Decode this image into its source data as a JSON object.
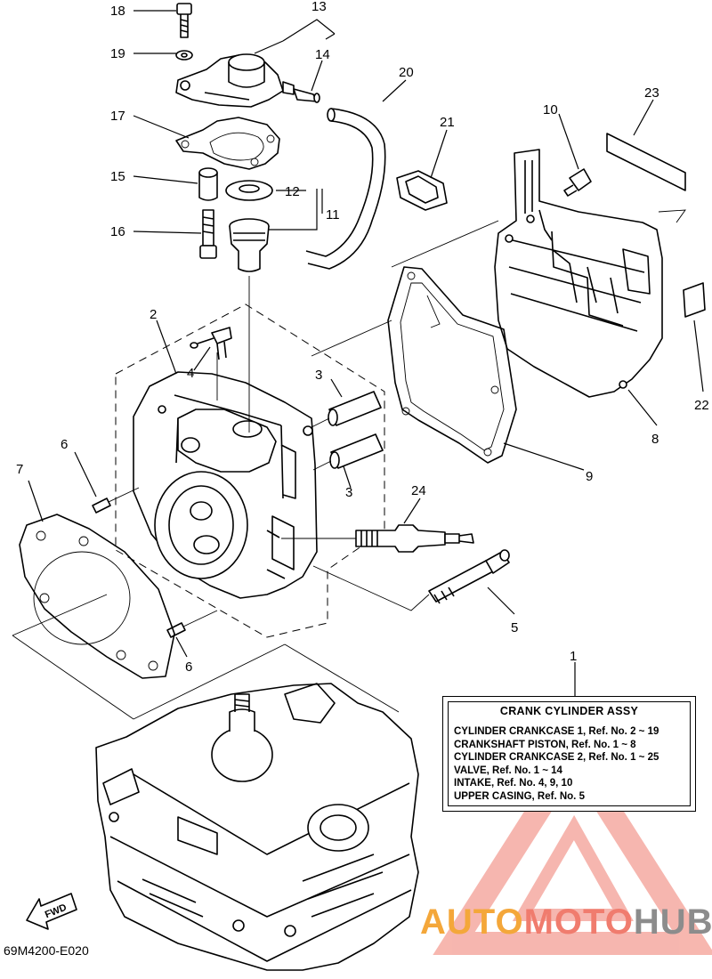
{
  "diagram_code": "69M4200-E020",
  "fwd_label": "FWD",
  "part_labels": {
    "p1": "1",
    "p2": "2",
    "p3a": "3",
    "p3b": "3",
    "p4": "4",
    "p5": "5",
    "p6a": "6",
    "p6b": "6",
    "p7": "7",
    "p8": "8",
    "p9": "9",
    "p10": "10",
    "p11": "11",
    "p12": "12",
    "p13": "13",
    "p14": "14",
    "p15": "15",
    "p16": "16",
    "p17": "17",
    "p18": "18",
    "p19": "19",
    "p20": "20",
    "p21": "21",
    "p22": "22",
    "p23": "23",
    "p24": "24"
  },
  "legend": {
    "title": "CRANK CYLINDER ASSY",
    "lines": [
      "CYLINDER CRANKCASE  1,   Ref. No. 2 ~ 19",
      "CRANKSHAFT PISTON,  Ref. No. 1 ~ 8",
      "CYLINDER CRANKCASE  2,   Ref. No. 1 ~ 25",
      "VALVE,   Ref. No. 1 ~ 14",
      "INTAKE,   Ref. No. 4, 9, 10",
      "UPPER CASING,   Ref. No. 5"
    ]
  },
  "watermark": {
    "part1": "AUTO",
    "part2": "MOTO",
    "part3": "HUB"
  },
  "colors": {
    "watermark_orange": "#f4a73a",
    "watermark_red": "#f07c6e",
    "watermark_gray": "#8c8c8c",
    "line": "#000000"
  }
}
